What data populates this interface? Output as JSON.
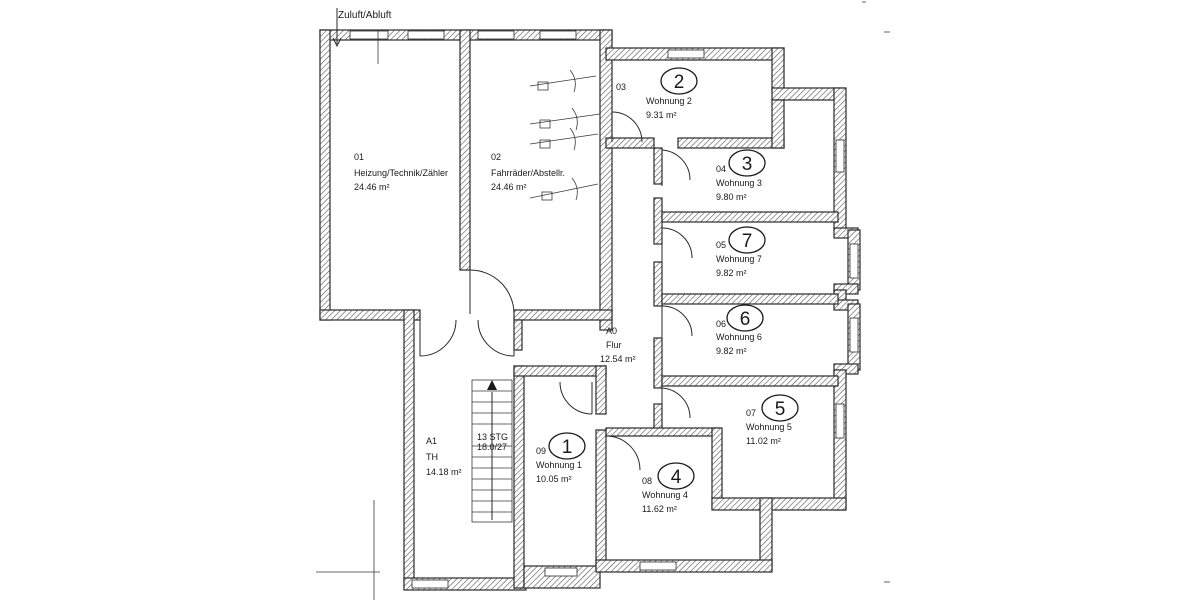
{
  "plan": {
    "top_label": "Zuluft/Abluft",
    "rooms": [
      {
        "id": "heizung",
        "code": "01",
        "name": "Heizung/Technik/Zähler",
        "area": "24.46 m²"
      },
      {
        "id": "fahrraeder",
        "code": "02",
        "name": "Fahrräder/Abstellr.",
        "area": "24.46 m²"
      },
      {
        "id": "wohnung-2",
        "code": "03",
        "unit": "2",
        "name": "Wohnung 2",
        "area": "9.31 m²"
      },
      {
        "id": "wohnung-3",
        "code": "04",
        "unit": "3",
        "name": "Wohnung 3",
        "area": "9.80 m²"
      },
      {
        "id": "wohnung-7",
        "code": "05",
        "unit": "7",
        "name": "Wohnung 7",
        "area": "9.82 m²"
      },
      {
        "id": "wohnung-6",
        "code": "06",
        "unit": "6",
        "name": "Wohnung 6",
        "area": "9.82 m²"
      },
      {
        "id": "wohnung-5",
        "code": "07",
        "unit": "5",
        "name": "Wohnung 5",
        "area": "11.02 m²"
      },
      {
        "id": "wohnung-4",
        "code": "08",
        "unit": "4",
        "name": "Wohnung 4",
        "area": "11.62 m²"
      },
      {
        "id": "wohnung-1",
        "code": "09",
        "unit": "1",
        "name": "Wohnung 1",
        "area": "10.05 m²"
      },
      {
        "id": "flur",
        "code": "A0",
        "name": "Flur",
        "area": "12.54 m²"
      },
      {
        "id": "treppenhaus",
        "code": "A1",
        "name": "TH",
        "area": "14.18 m²"
      }
    ],
    "stair": {
      "line1": "13 STG",
      "line2": "18.0/27"
    }
  }
}
